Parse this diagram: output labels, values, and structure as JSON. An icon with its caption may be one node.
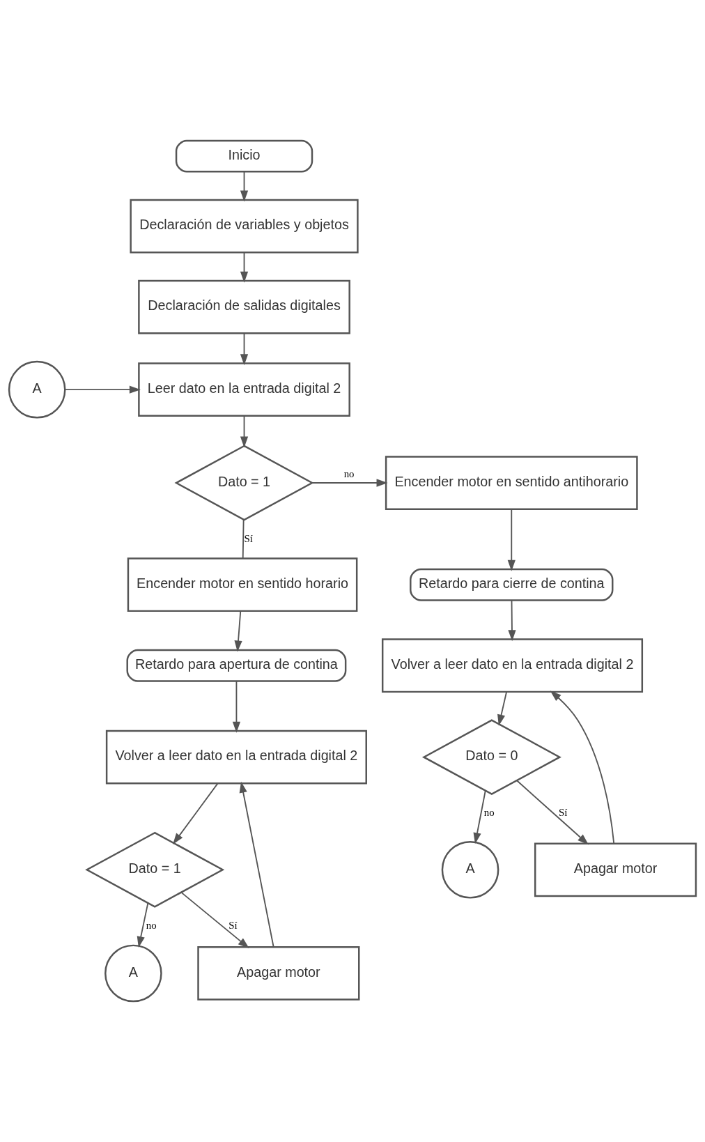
{
  "diagram": {
    "nodes": [
      {
        "text": [
          "Inicio"
        ]
      },
      {
        "text": [
          "Declaración de variables y objetos"
        ]
      },
      {
        "text": [
          "Declaración de salidas digitales"
        ]
      },
      {
        "text": [
          "Leer dato en la entrada digital 2"
        ]
      },
      {
        "text": [
          "A"
        ]
      },
      {
        "text": [
          "Dato = 1"
        ]
      },
      {
        "text": [
          "Encender motor en sentido antihorario"
        ]
      },
      {
        "text": [
          "Encender motor en sentido horario"
        ]
      },
      {
        "text": [
          "Retardo para cierre de contina"
        ]
      },
      {
        "text": [
          "Retardo para apertura de contina"
        ]
      },
      {
        "text": [
          "Volver a leer dato en la entrada digital 2"
        ]
      },
      {
        "text": [
          "Volver a leer dato en la entrada digital 2"
        ]
      },
      {
        "text": [
          "Dato = 0"
        ]
      },
      {
        "text": [
          "A"
        ]
      },
      {
        "text": [
          "Dato = 1"
        ]
      },
      {
        "text": [
          "Apagar motor"
        ]
      },
      {
        "text": [
          "A"
        ]
      },
      {
        "text": [
          "Apagar motor"
        ]
      }
    ],
    "edges": [
      {
        "from": 0,
        "to": 1,
        "arrow": "to"
      },
      {
        "from": 1,
        "to": 2,
        "arrow": "to"
      },
      {
        "from": 2,
        "to": 3,
        "arrow": "to"
      },
      {
        "from": 4,
        "to": 3,
        "arrow": "to"
      },
      {
        "from": 3,
        "to": 5,
        "arrow": "to"
      },
      {
        "from": 5,
        "to": 6,
        "arrow": "to",
        "label": "no"
      },
      {
        "from": 5,
        "to": 7,
        "arrow": "none",
        "label": "Sí"
      },
      {
        "from": 6,
        "to": 8,
        "arrow": "to"
      },
      {
        "from": 7,
        "to": 9,
        "arrow": "to"
      },
      {
        "from": 8,
        "to": 10,
        "arrow": "to"
      },
      {
        "from": 9,
        "to": 11,
        "arrow": "to"
      },
      {
        "from": 10,
        "to": 12,
        "arrow": "to"
      },
      {
        "from": 12,
        "to": 13,
        "arrow": "to",
        "label": "no"
      },
      {
        "from": 12,
        "to": 15,
        "arrow": "to",
        "label": "Sí"
      },
      {
        "from": 15,
        "to": 10,
        "arrow": "to"
      },
      {
        "from": 11,
        "to": 14,
        "arrow": "to"
      },
      {
        "from": 14,
        "to": 16,
        "arrow": "to",
        "label": "no"
      },
      {
        "from": 14,
        "to": 17,
        "arrow": "to",
        "label": "Sí"
      },
      {
        "from": 17,
        "to": 11,
        "arrow": "to"
      }
    ]
  }
}
